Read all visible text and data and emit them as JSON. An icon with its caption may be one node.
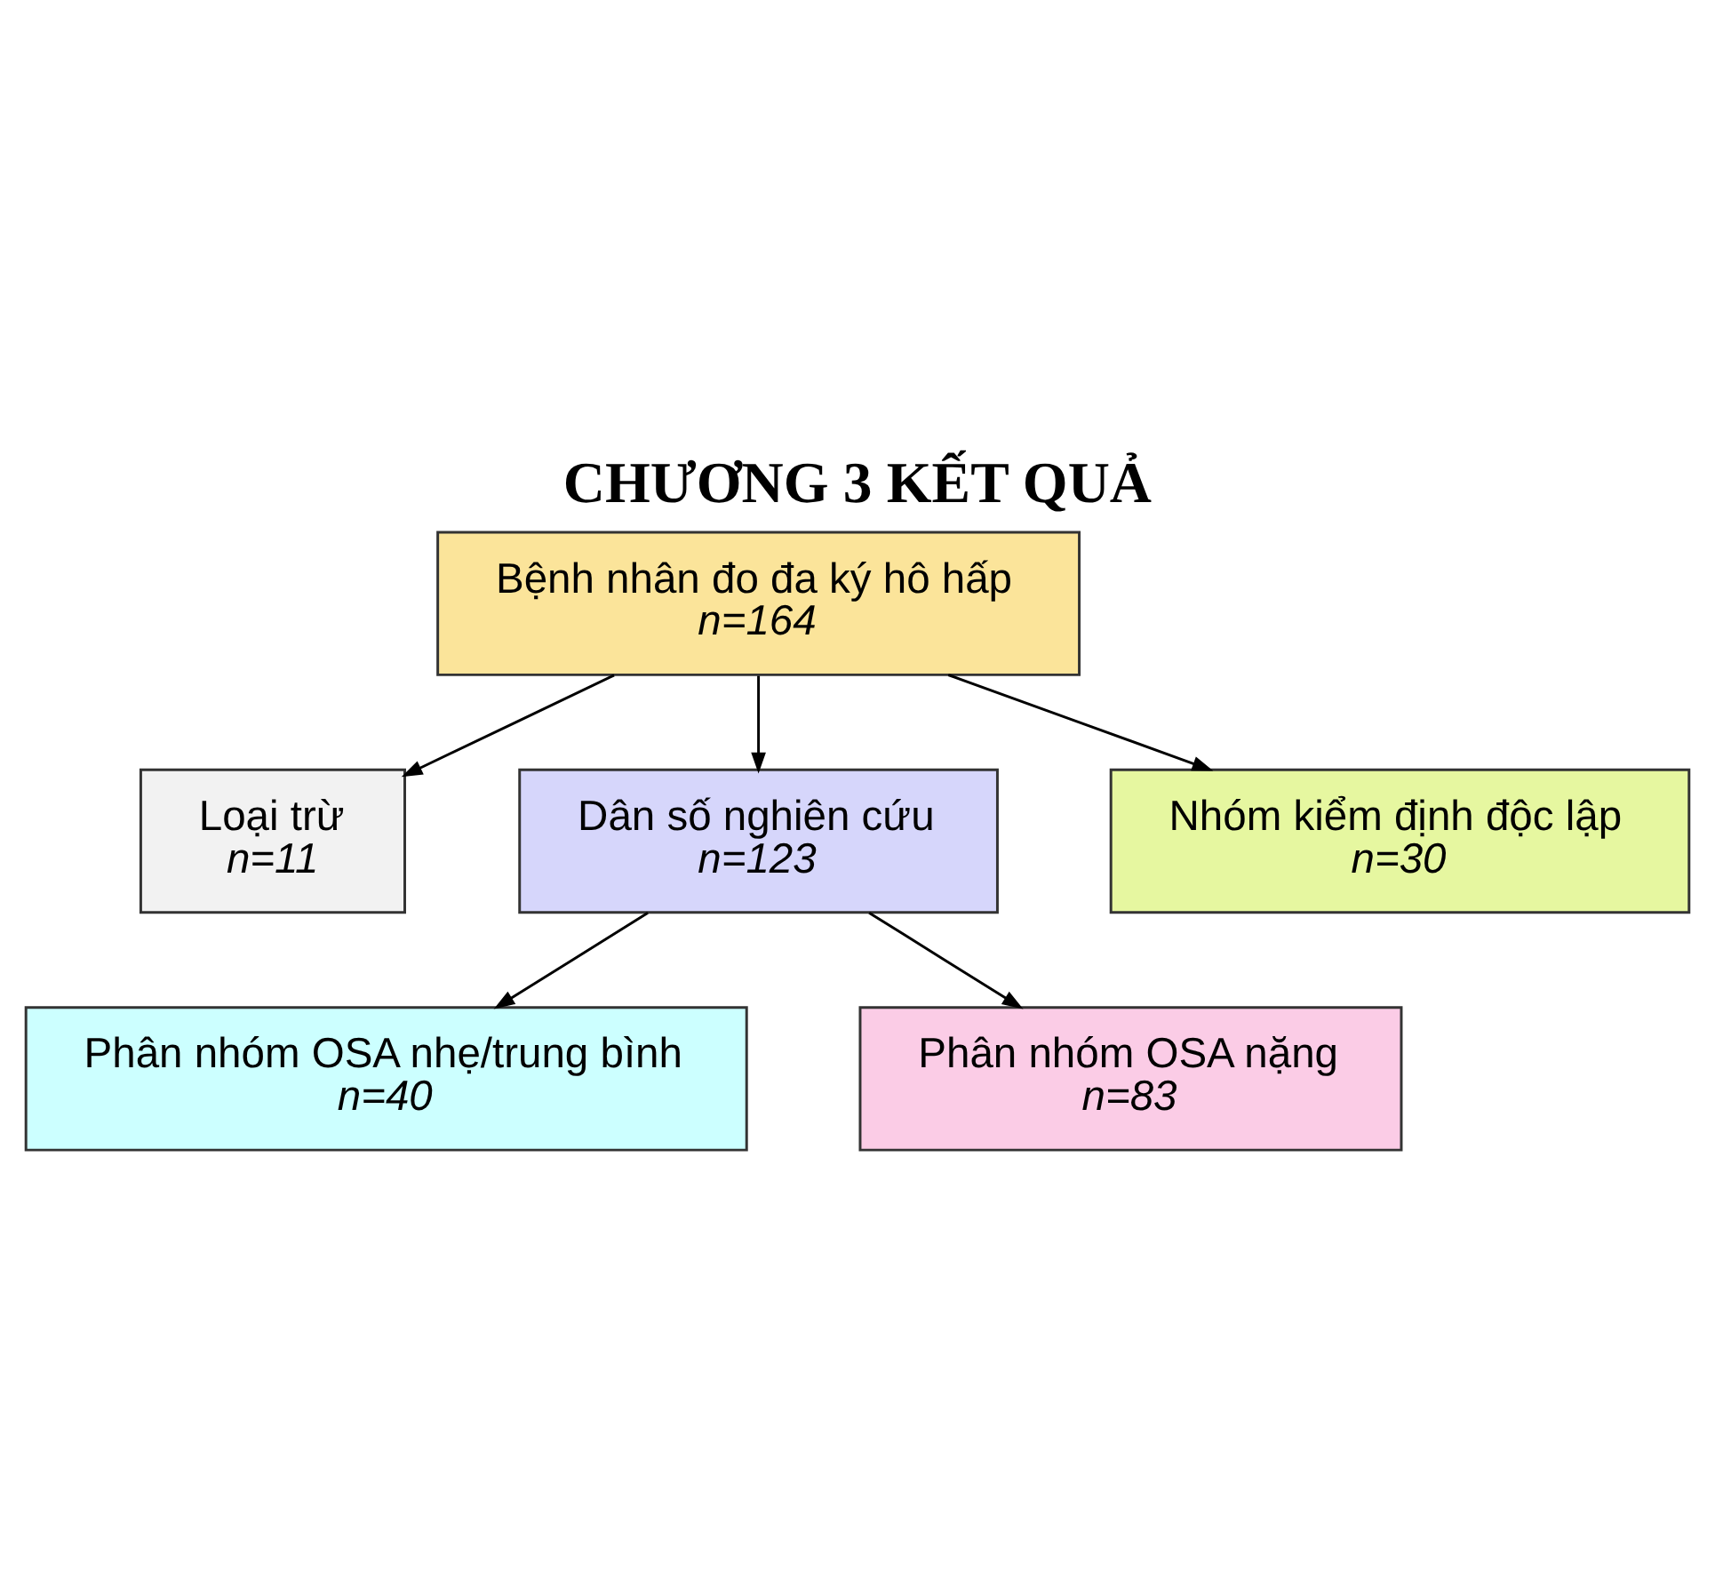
{
  "diagram": {
    "title": "CHƯƠNG 3 KẾT QUẢ",
    "nodes": [
      {
        "text": [
          "Bệnh nhân đo đa ký hô hấp",
          "n=164"
        ]
      },
      {
        "text": [
          "Loại trừ",
          "n=11"
        ]
      },
      {
        "text": [
          "Dân số nghiên cứu",
          "n=123"
        ]
      },
      {
        "text": [
          "Nhóm kiểm định độc lập",
          "n=30"
        ]
      },
      {
        "text": [
          "Phân nhóm OSA nhẹ/trung bình",
          "n=40"
        ]
      },
      {
        "text": [
          "Phân nhóm OSA nặng",
          "n=83"
        ]
      }
    ],
    "edges": [
      {
        "from": 0,
        "to": 1,
        "arrow": "to"
      },
      {
        "from": 0,
        "to": 2,
        "arrow": "to"
      },
      {
        "from": 0,
        "to": 3,
        "arrow": "to"
      },
      {
        "from": 2,
        "to": 4,
        "arrow": "to"
      },
      {
        "from": 2,
        "to": 5,
        "arrow": "to"
      }
    ]
  }
}
